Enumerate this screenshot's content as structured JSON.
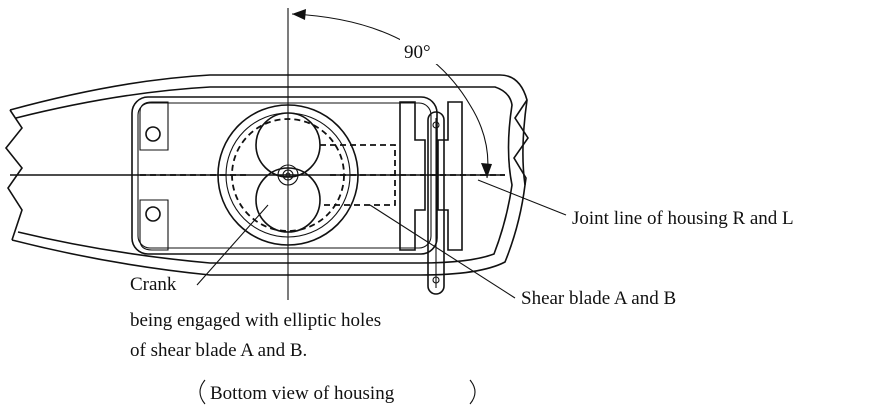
{
  "angle_label": "90°",
  "labels": {
    "joint_line": "Joint line of housing R and L",
    "shear_blade": "Shear blade A and B",
    "crank": "Crank",
    "crank_note_1": "being engaged with elliptic holes",
    "crank_note_2": "of shear blade A and B.",
    "view_caption": "Bottom view of housing"
  }
}
